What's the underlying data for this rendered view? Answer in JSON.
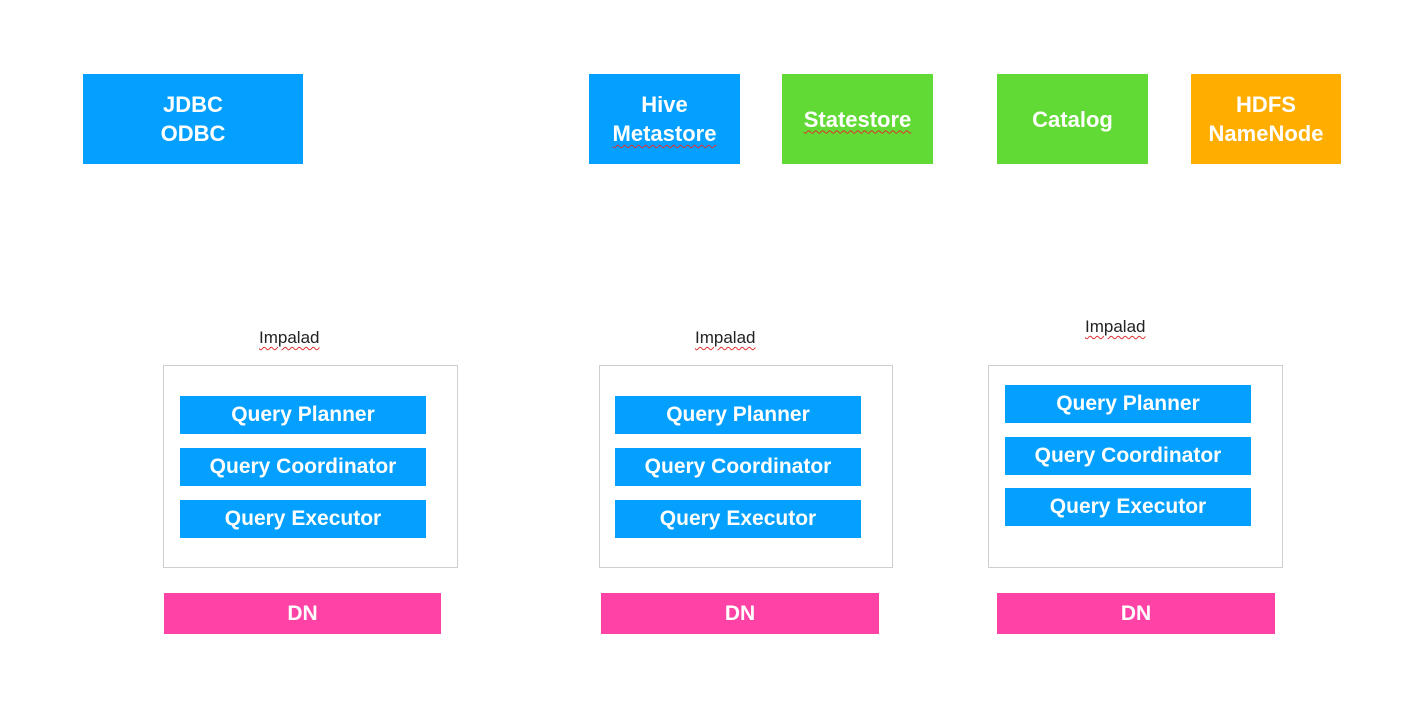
{
  "top_row": {
    "client": {
      "lines": [
        "JDBC",
        "ODBC"
      ],
      "color": "#03A0FF"
    },
    "hive_metastore": {
      "lines": [
        "Hive",
        "Metastore"
      ],
      "color": "#03A0FF"
    },
    "statestore": {
      "label": "Statestore",
      "color": "#62DA36"
    },
    "catalog": {
      "label": "Catalog",
      "color": "#62DA36"
    },
    "hdfs_namenode": {
      "lines": [
        "HDFS",
        "NameNode"
      ],
      "color": "#FFAE00"
    }
  },
  "nodes": [
    {
      "title": "Impalad",
      "modules": [
        "Query Planner",
        "Query Coordinator",
        "Query Executor"
      ],
      "datanode": "DN"
    },
    {
      "title": "Impalad",
      "modules": [
        "Query Planner",
        "Query Coordinator",
        "Query Executor"
      ],
      "datanode": "DN"
    },
    {
      "title": "Impalad",
      "modules": [
        "Query Planner",
        "Query Coordinator",
        "Query Executor"
      ],
      "datanode": "DN"
    }
  ],
  "colors": {
    "module": "#03A0FF",
    "datanode": "#FF42A5",
    "frame_border": "#cfcfcf"
  }
}
